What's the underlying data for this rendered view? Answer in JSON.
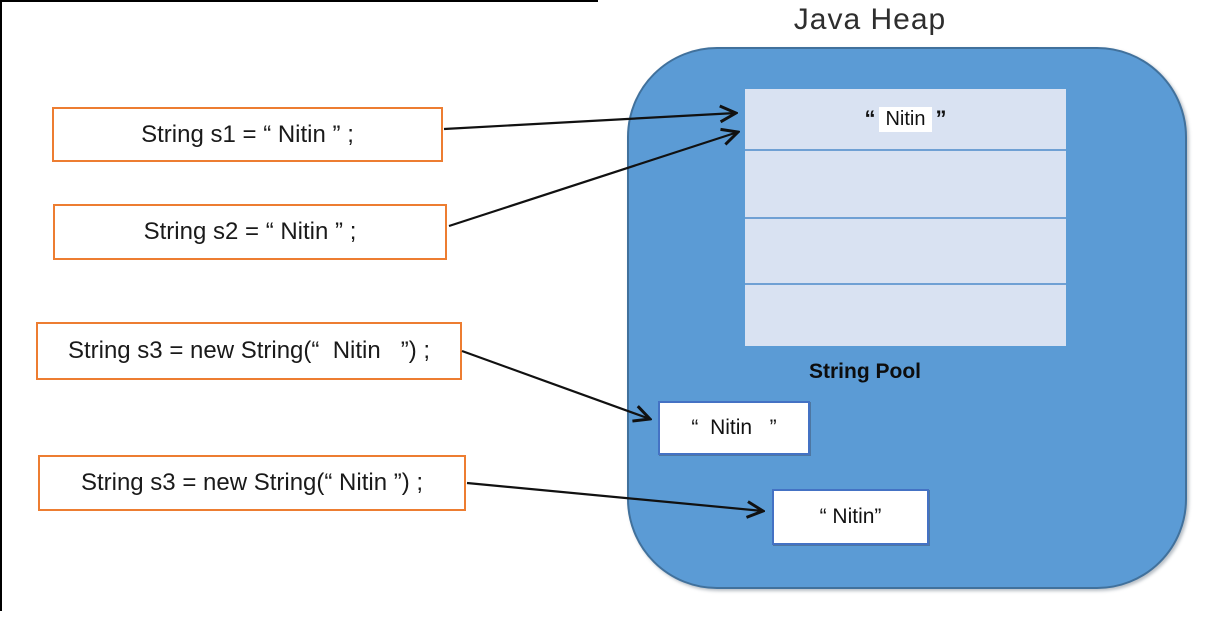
{
  "title": "Java Heap",
  "pool": {
    "label": "String Pool",
    "row1": {
      "quote_open": "“",
      "word": "Nitin",
      "quote_close": "”"
    },
    "empty_row_count": 3
  },
  "code_boxes": [
    {
      "id": "s1",
      "text": "String s1 = “ Nitin ” ;"
    },
    {
      "id": "s2",
      "text": "String s2 = “ Nitin ” ;"
    },
    {
      "id": "s3-spaced",
      "text": "String s3 = new String(“  Nitin   ”) ;"
    },
    {
      "id": "s3",
      "text": "String s3 = new String(“ Nitin ”) ;"
    }
  ],
  "heap_objects": [
    {
      "id": "object-1",
      "text": "“  Nitin   ”"
    },
    {
      "id": "object-2",
      "text": "“ Nitin”"
    }
  ],
  "colors": {
    "heap_fill": "#5B9BD5",
    "heap_border": "#41719C",
    "pool_fill": "#D9E2F2",
    "pool_separator": "#6FA0D4",
    "code_box_border": "#ED7D31",
    "object_border": "#4472C4",
    "arrow": "#111111"
  }
}
